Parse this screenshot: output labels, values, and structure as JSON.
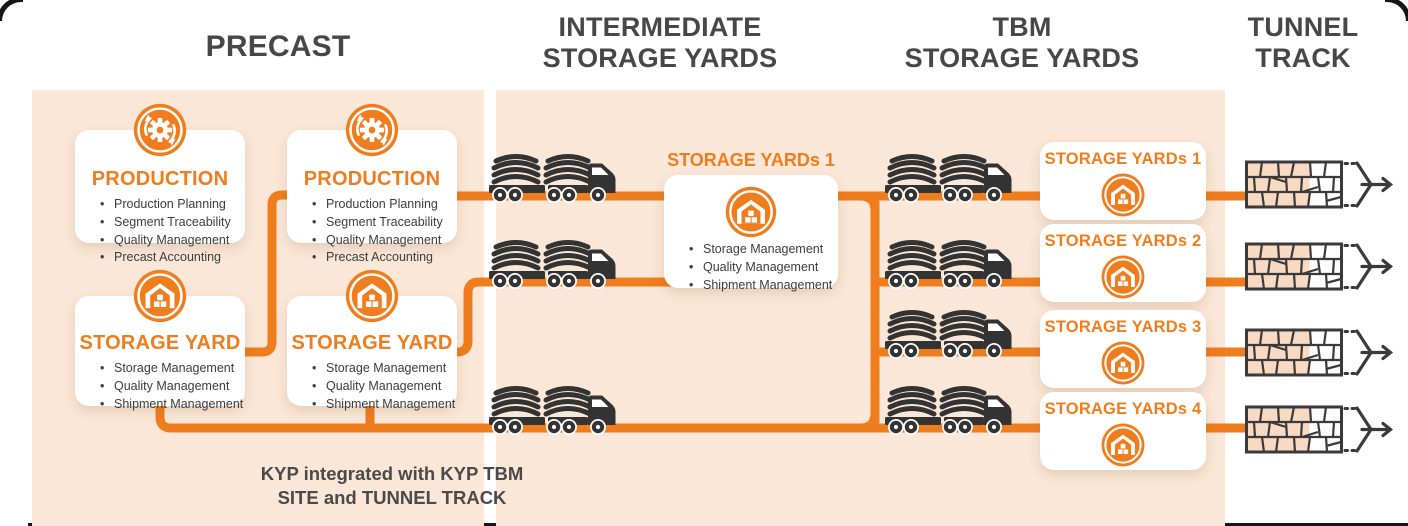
{
  "headers": {
    "col1": "PRECAST",
    "col2": "INTERMEDIATE\nSTORAGE YARDS",
    "col3": "TBM\nSTORAGE YARDS",
    "col4": "TUNNEL\nTRACK"
  },
  "precast": {
    "production_cards": [
      {
        "title": "PRODUCTION",
        "icon": "gear-cycle-icon",
        "bullets": [
          "Production Planning",
          "Segment Traceability",
          "Quality Management",
          "Precast Accounting"
        ]
      },
      {
        "title": "PRODUCTION",
        "icon": "gear-cycle-icon",
        "bullets": [
          "Production Planning",
          "Segment Traceability",
          "Quality Management",
          "Precast Accounting"
        ]
      }
    ],
    "storage_cards": [
      {
        "title": "STORAGE YARD",
        "icon": "warehouse-icon",
        "bullets": [
          "Storage Management",
          "Quality Management",
          "Shipment Management"
        ]
      },
      {
        "title": "STORAGE YARD",
        "icon": "warehouse-icon",
        "bullets": [
          "Storage Management",
          "Quality Management",
          "Shipment Management"
        ]
      }
    ]
  },
  "intermediate": {
    "card": {
      "title": "STORAGE YARDs 1",
      "icon": "warehouse-icon",
      "bullets": [
        "Storage Management",
        "Quality Management",
        "Shipment Management"
      ]
    }
  },
  "tbm": {
    "cards": [
      {
        "title": "STORAGE YARDs 1",
        "icon": "warehouse-icon"
      },
      {
        "title": "STORAGE YARDs 2",
        "icon": "warehouse-icon"
      },
      {
        "title": "STORAGE YARDs 3",
        "icon": "warehouse-icon"
      },
      {
        "title": "STORAGE YARDs 4",
        "icon": "warehouse-icon"
      }
    ]
  },
  "tunnel_track": {
    "icon": "tunnel-segments-icon",
    "track_count": 4
  },
  "transport": {
    "icon": "segment-truck-icon",
    "precast_truck_rows": 3,
    "tbm_truck_rows": 4
  },
  "caption": "KYP integrated with KYP TBM\nSITE and TUNNEL TRACK",
  "colors": {
    "accent": "#EF7D1E",
    "panel": "#FBE7D7",
    "ink": "#474747",
    "line-dark": "#3A3A3C",
    "brick": "#F8DAC2",
    "card": "#FFFFFF"
  }
}
